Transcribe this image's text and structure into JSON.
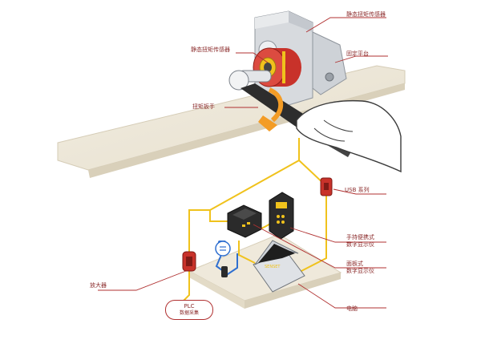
{
  "labels": {
    "static_sensor_top": "静态扭矩传感器",
    "fixed_platform": "固定平台",
    "static_sensor_left": "静态扭矩传感器",
    "torque_wrench": "扭矩扳手",
    "usb_series": "USB 系列",
    "handheld_display": "手持便携式\n数字显示仪",
    "panel_display": "面板式\n数字显示仪",
    "amplifier": "放大器",
    "computer": "电脑",
    "plc_title": "PLC",
    "plc_subtitle": "数据采集",
    "laptop_brand": "SENSET"
  },
  "colors": {
    "wire": "#f0c21c",
    "leader": "#b03030",
    "sensor_red": "#c8322a",
    "platform": "#ece6d7",
    "bracket": "#d7dade"
  }
}
